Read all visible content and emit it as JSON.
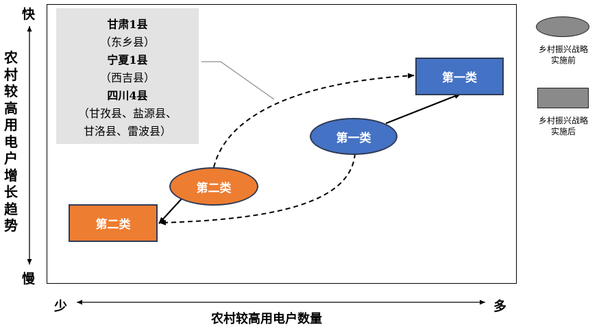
{
  "axes": {
    "y_title": "农村较高用电户增长趋势",
    "y_top": "快",
    "y_bottom": "慢",
    "x_title": "农村较高用电户数量",
    "x_left": "少",
    "x_right": "多"
  },
  "note": {
    "lines": [
      "甘肃1县",
      "（东乡县）",
      "宁夏1县",
      "（西吉县）",
      "四川4县",
      "（甘孜县、盐源县、",
      "甘洛县、雷波县）"
    ]
  },
  "nodes": {
    "first_before": "第一类",
    "first_after": "第一类",
    "second_before": "第二类",
    "second_after": "第二类"
  },
  "legend": {
    "before_line1": "乡村振兴战略",
    "before_line2": "实施前",
    "after_line1": "乡村振兴战略",
    "after_line2": "实施后"
  },
  "colors": {
    "first_class": "#4472c4",
    "second_class": "#ed7d31",
    "legend_gray": "#8a8a8a",
    "note_bg": "#e3e3e3"
  }
}
